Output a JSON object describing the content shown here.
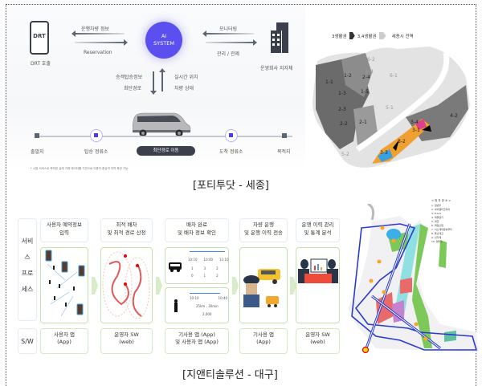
{
  "figure_top": {
    "caption": "[포티투닷 - 세종]",
    "diagram": {
      "phone_label": "DRT",
      "phone_caption": "DRT 호출",
      "left_arrow_top": "운행차량 정보",
      "left_arrow_bottom": "Reservation",
      "ai_system_line1": "AI",
      "ai_system_line2": "SYSTEM",
      "right_arrow_top": "모니터링",
      "right_arrow_bottom": "관리 / 관제",
      "building_caption": "운영회사 지자체",
      "down_label_1": "승객탑승정보",
      "down_label_2": "최단경로",
      "up_label_1": "실시간 위치",
      "up_label_2": "차량 상태",
      "timeline": {
        "start": "출발지",
        "pickup": "탑승 정류소",
        "route": "최단경로 이동",
        "dropoff": "도착 정류소",
        "end": "목적지"
      },
      "footnote": "* 시범 서비스로 축적된 실제 거래 데이터를 기반으로 이용자 중심의 지역 확장 가능"
    },
    "map": {
      "legend": [
        "3생활권",
        "3,4생활권",
        "세종시 전역"
      ],
      "zones": [
        "1-1",
        "1-2",
        "1-3",
        "1-5",
        "2-4",
        "2-3",
        "2-2",
        "2-1",
        "6-2",
        "6-4",
        "6-1",
        "5-1",
        "5-2",
        "4-2",
        "3-1",
        "3-2",
        "3-3",
        "3-4"
      ]
    }
  },
  "figure_bottom": {
    "caption": "[지앤티솔루션 - 대구]",
    "row_labels": {
      "service_process": [
        "서비스",
        "프로",
        "세스"
      ],
      "sw": "S/W"
    },
    "steps": [
      {
        "title_1": "사용자 예약정보",
        "title_2": "입력",
        "sw_1": "사용자 앱",
        "sw_2": "(App)"
      },
      {
        "title_1": "최적 배차",
        "title_2": "및 최적 경로 산정",
        "sw_1": "운영자 SW",
        "sw_2": "(web)"
      },
      {
        "title_1": "배차 완료",
        "title_2": "및 배차 정보 확인",
        "sw_1": "기사용 앱 (App)",
        "sw_2": "및 사용자 앱 (App)"
      },
      {
        "title_1": "차량 운행",
        "title_2": "및 운행 이력 전송",
        "sw_1": "기사용 앱",
        "sw_2": "(App)"
      },
      {
        "title_1": "운행 이력 관리",
        "title_2": "및 통계 분석",
        "sw_1": "운영자 SW",
        "sw_2": "(web)"
      }
    ],
    "dispatch_card": {
      "times": [
        "10:10",
        "10:40",
        "11:10"
      ],
      "row_a": [
        "1",
        "3",
        "2"
      ],
      "row_b": [
        "0",
        "1",
        "2"
      ],
      "rider_times": [
        "10:10",
        "10:40"
      ],
      "rider_distance": "25km , 30min",
      "rider_fare": "2,000"
    },
    "map": {
      "poi_title": "< 정 차 장 소 >",
      "poi_items": [
        "1. 일번주",
        "2. 아이엠티코리아",
        "3. E.G.S",
        "4. 제올텐기",
        "5. 대한",
        "6. 대일산업",
        "7. 이노캐미칼솔루티",
        "8. 율소테크",
        "9. 인디케",
        "10. 엔터스"
      ]
    }
  }
}
